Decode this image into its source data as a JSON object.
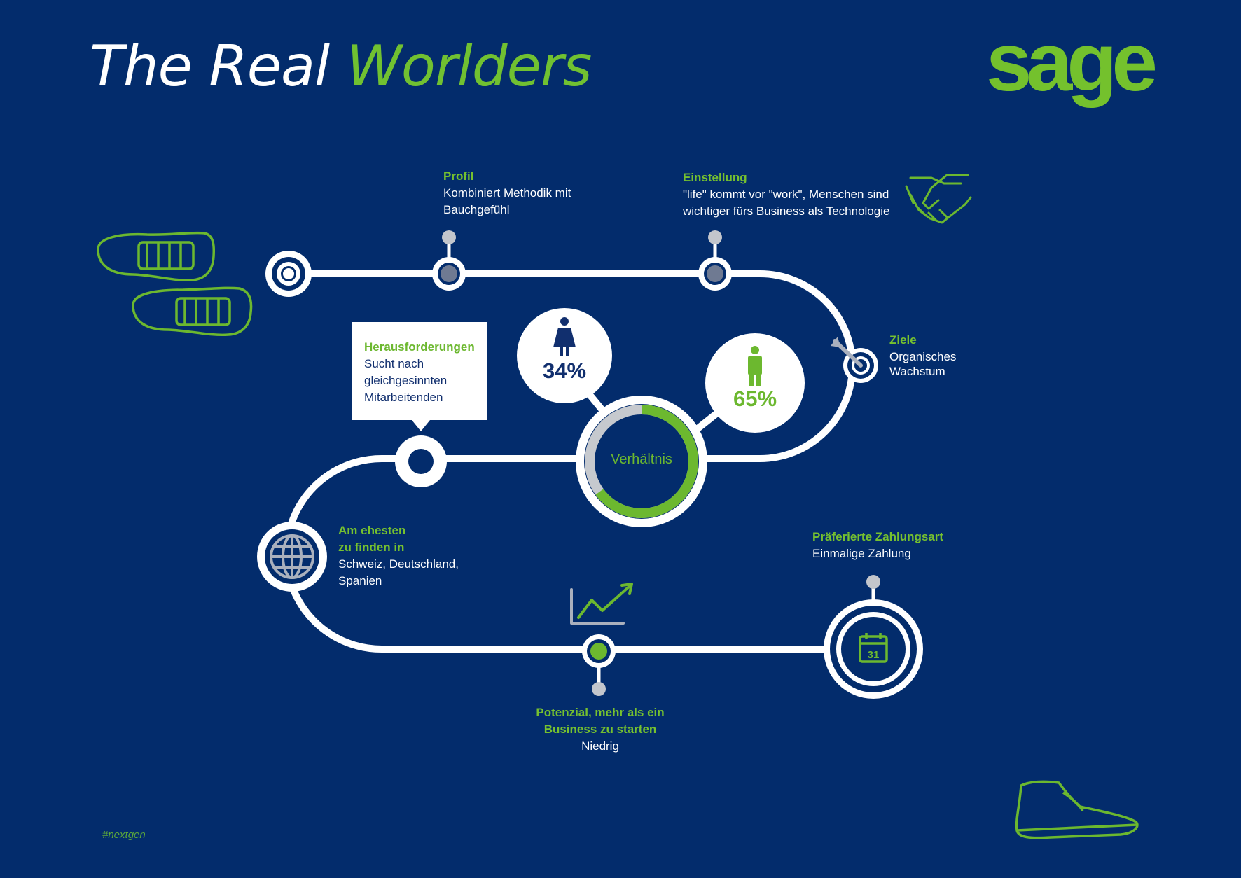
{
  "title": {
    "part1": "The Real",
    "part2": "Worlders"
  },
  "logo": {
    "text": "sage"
  },
  "colors": {
    "background": "#032c6c",
    "accent_green": "#71c131",
    "path_white": "#ffffff",
    "node_gray": "#8a96b0"
  },
  "profil": {
    "label": "Profil",
    "text": "Kombiniert Methodik mit\nBauchgefühl"
  },
  "einstellung": {
    "label": "Einstellung",
    "text": "\"life\" kommt vor \"work\", Menschen sind\nwichtiger fürs Business als Technologie"
  },
  "ziele": {
    "label": "Ziele",
    "text": "Organisches\nWachstum"
  },
  "herausforderungen": {
    "label": "Herausforderungen",
    "text": "Sucht nach\ngleichgesinnten\nMitarbeitenden"
  },
  "ratio": {
    "label": "Verhältnis",
    "female_pct": "34%",
    "male_pct": "65%",
    "female_share": 0.34,
    "male_share": 0.65
  },
  "location": {
    "label_line1": "Am ehesten",
    "label_line2": "zu finden in",
    "text": "Schweiz, Deutschland,\nSpanien"
  },
  "payment": {
    "label": "Präferierte Zahlungsart",
    "text": "Einmalige Zahlung",
    "calendar_day": "31"
  },
  "potenzial": {
    "label_line1": "Potenzial, mehr als ein",
    "label_line2": "Business zu starten",
    "text": "Niedrig"
  },
  "icons": [
    "sneakers-icon",
    "handshake-icon",
    "dart-target-icon",
    "female-icon",
    "male-icon",
    "globe-icon",
    "growth-chart-icon",
    "calendar-icon",
    "boot-icon"
  ],
  "hashtag": "#nextgen"
}
